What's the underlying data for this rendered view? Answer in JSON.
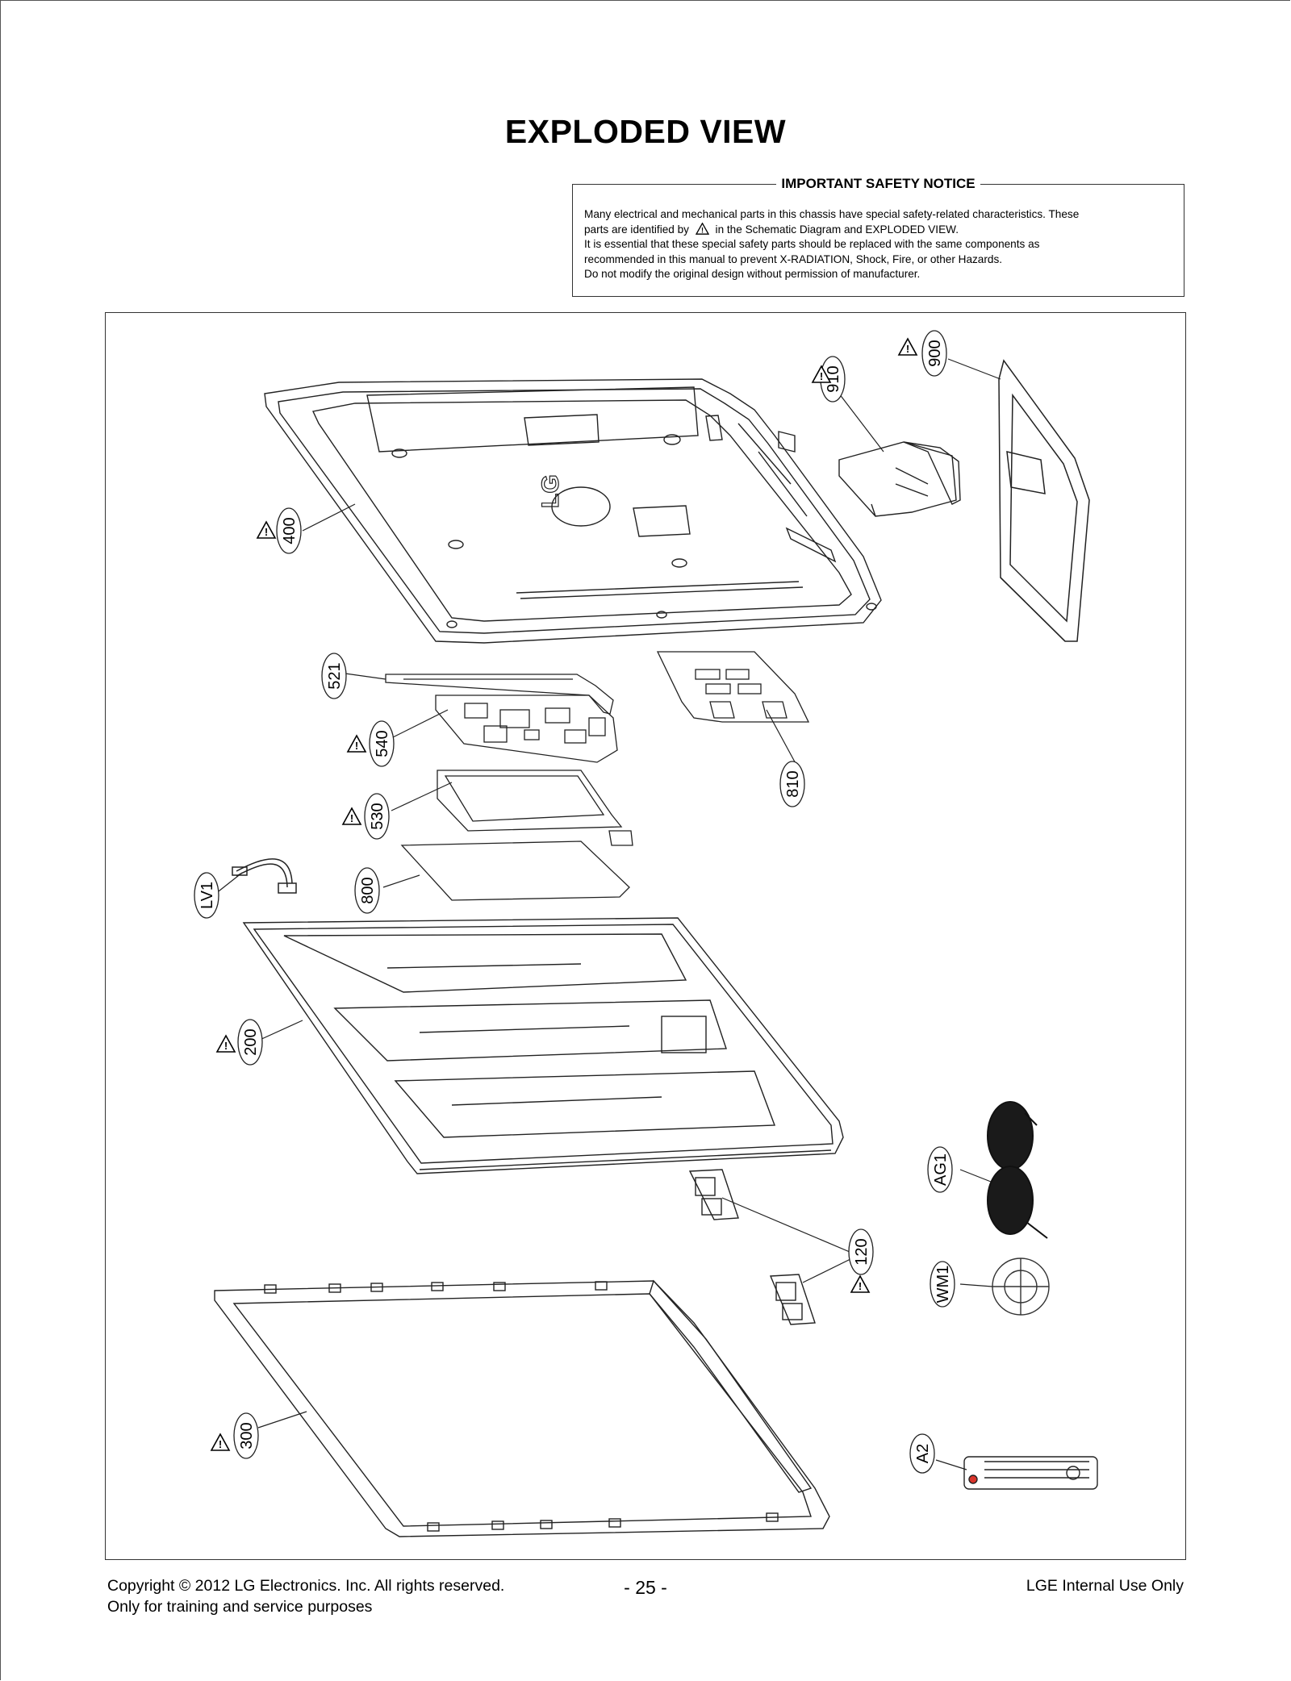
{
  "page_title": "EXPLODED VIEW",
  "notice": {
    "title": "IMPORTANT SAFETY NOTICE",
    "line1": "Many electrical and mechanical parts in this chassis have special safety-related characteristics. These",
    "line2_before": "parts are identified by",
    "line2_after": "in the Schematic Diagram and EXPLODED VIEW.",
    "line3": "It is essential that these special safety parts should be replaced with the same components as",
    "line4": "recommended in this manual to prevent X-RADIATION, Shock, Fire, or other Hazards.",
    "line5": "Do not modify the original design without permission of manufacturer."
  },
  "parts": [
    {
      "label": "900",
      "safety": true
    },
    {
      "label": "910",
      "safety": true
    },
    {
      "label": "400",
      "safety": true
    },
    {
      "label": "521",
      "safety": false
    },
    {
      "label": "540",
      "safety": true
    },
    {
      "label": "810",
      "safety": false
    },
    {
      "label": "530",
      "safety": true
    },
    {
      "label": "LV1",
      "safety": false
    },
    {
      "label": "800",
      "safety": false
    },
    {
      "label": "200",
      "safety": true
    },
    {
      "label": "AG1",
      "safety": false
    },
    {
      "label": "120",
      "safety": true
    },
    {
      "label": "WM1",
      "safety": false
    },
    {
      "label": "300",
      "safety": true
    },
    {
      "label": "A2",
      "safety": false
    }
  ],
  "warning_symbol": "!",
  "logo_text": "LG",
  "footer": {
    "copyright": "Copyright © 2012 LG Electronics. Inc. All rights reserved.",
    "purpose": "Only for training and service purposes",
    "page_number": "- 25 -",
    "internal": "LGE Internal Use Only"
  },
  "colors": {
    "ink": "#000000",
    "line": "#222222",
    "frame": "#333333",
    "remote_button": "#d9342b"
  }
}
